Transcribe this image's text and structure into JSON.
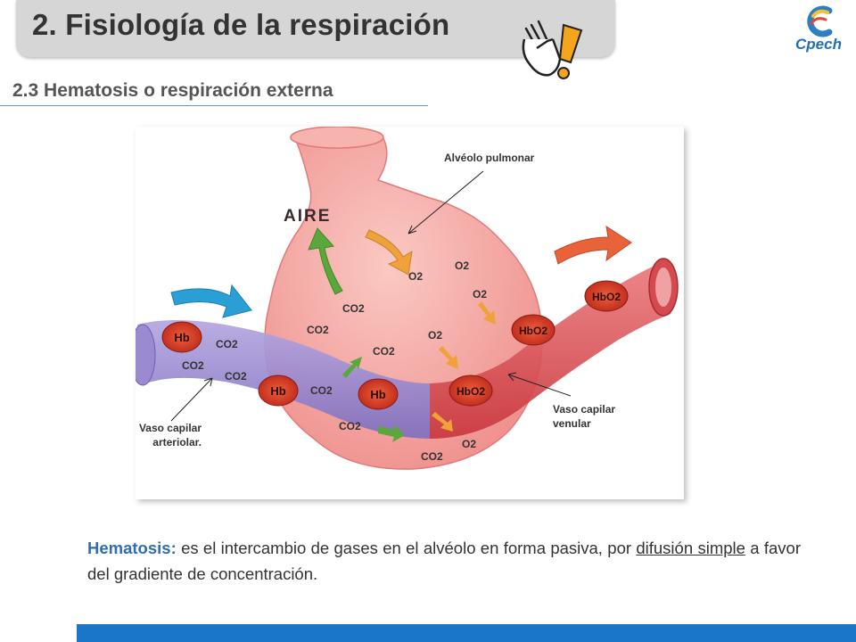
{
  "header": {
    "title": "2. Fisiología de la respiración",
    "icon": "hand-pointer-warning-icon",
    "logo_text": "Cpech"
  },
  "section": {
    "subtitle": "2.3 Hematosis o respiración externa"
  },
  "diagram": {
    "air_label": "AIRE",
    "callouts": {
      "alveolo": "Alvéolo pulmonar",
      "arteriolar_line1": "Vaso capilar",
      "arteriolar_line2": "arteriolar.",
      "venular_line1": "Vaso capilar",
      "venular_line2": "venular"
    },
    "cell_labels": {
      "hb": "Hb",
      "hbo2": "HbO2"
    },
    "gas_labels": {
      "o2": "O2",
      "co2": "CO2"
    },
    "colors": {
      "alveolus": "#f4a3a0",
      "arteriole": "#9f8fd1",
      "venule": "#e0575f",
      "red_cell": "#d63a22",
      "air_in_arrow": "#2a9fd6",
      "air_out_arrow": "#e8623a",
      "co2_arrow": "#5aa83c",
      "o2_arrow": "#f0a23a"
    }
  },
  "caption": {
    "term": "Hematosis:",
    "text_1": " es el intercambio de gases en el alvéolo en forma pasiva, por ",
    "underlined": "difusión simple",
    "text_2": " a favor del gradiente de concentración."
  }
}
